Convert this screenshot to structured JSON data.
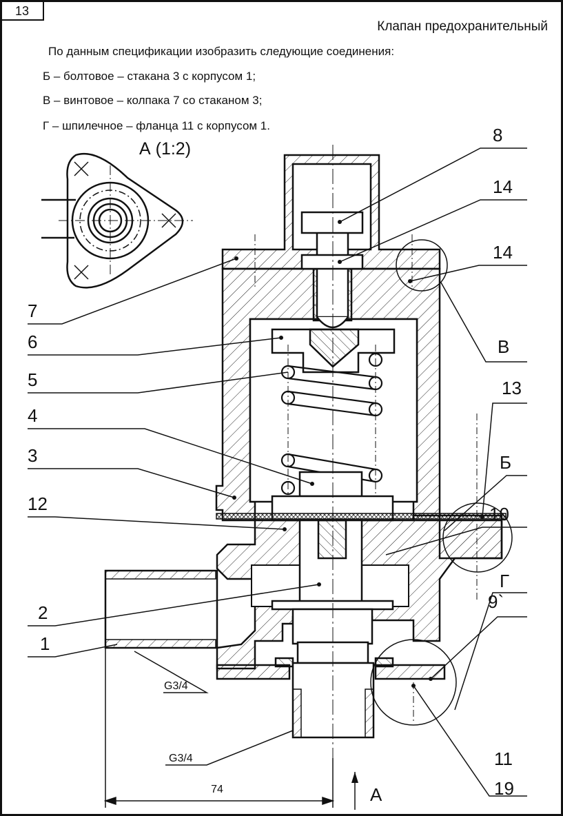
{
  "sheet": {
    "number": "13",
    "title": "Клапан предохранительный"
  },
  "task": {
    "intro": "По данным спецификации изобразить следующие соединения:",
    "items": [
      "Б – болтовое – стакана 3 с корпусом 1;",
      "В – винтовое – колпака 7 со стаканом 3;",
      "Г – шпилечное – фланца 11  с корпусом 1."
    ]
  },
  "view": {
    "label": "А (1:2)",
    "arrow_label": "А"
  },
  "positions": {
    "p1": "1",
    "p2": "2",
    "p3": "3",
    "p4": "4",
    "p5": "5",
    "p6": "6",
    "p7": "7",
    "p8": "8",
    "p9": "9`",
    "p10": "10",
    "p11": "11",
    "p12": "12",
    "p13": "13",
    "p14a": "14",
    "p14b": "14",
    "p19": "19"
  },
  "connections": {
    "B": "В",
    "Bolt": "Б",
    "G": "Г"
  },
  "threads": {
    "side": "G3/4",
    "bottom": "G3/4"
  },
  "dimensions": {
    "width": "74"
  }
}
